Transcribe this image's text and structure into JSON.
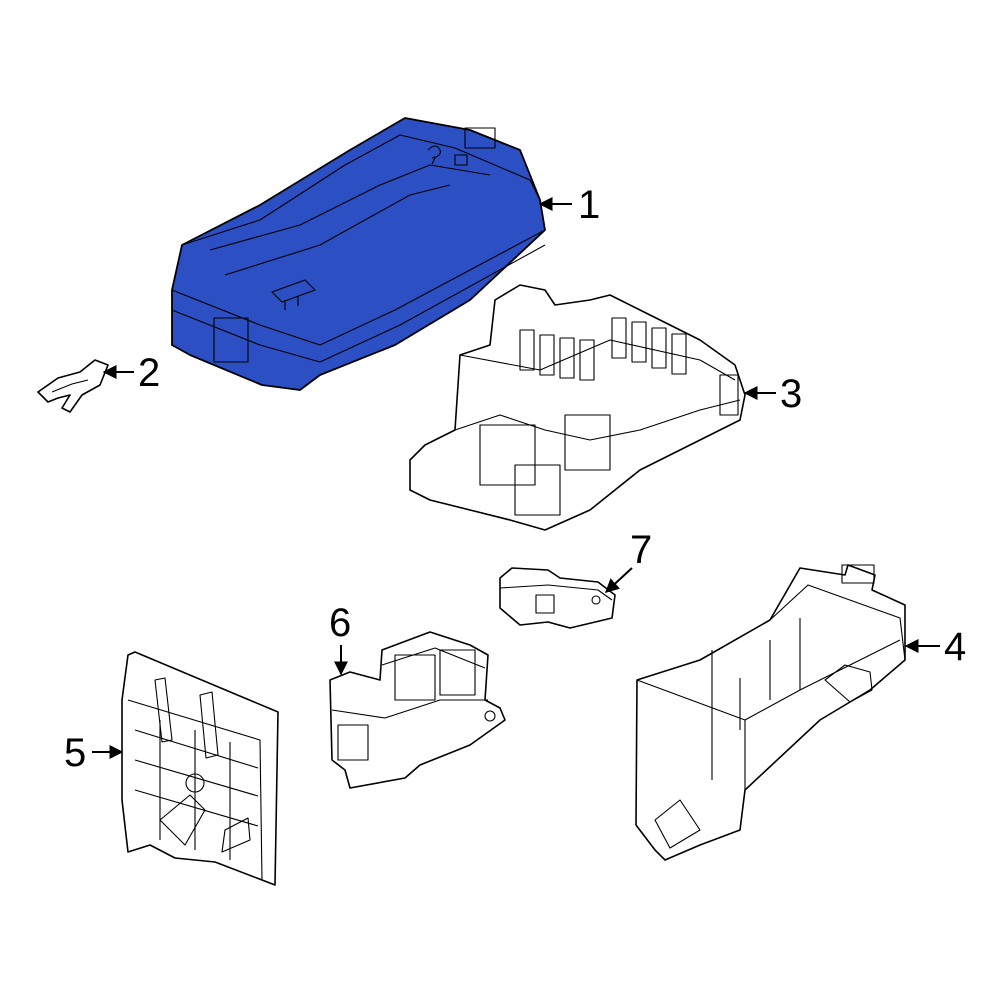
{
  "colors": {
    "highlight": "#2D4FC4",
    "outline": "#000000",
    "background": "#FFFFFF"
  },
  "callouts": [
    {
      "id": "1",
      "label": "1"
    },
    {
      "id": "2",
      "label": "2"
    },
    {
      "id": "3",
      "label": "3"
    },
    {
      "id": "4",
      "label": "4"
    },
    {
      "id": "5",
      "label": "5"
    },
    {
      "id": "6",
      "label": "6"
    },
    {
      "id": "7",
      "label": "7"
    }
  ]
}
